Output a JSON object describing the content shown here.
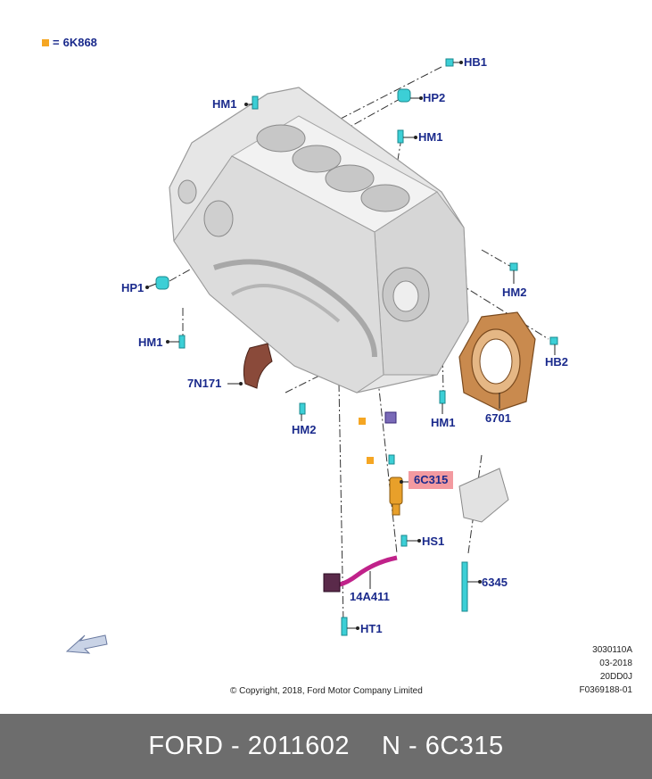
{
  "legend": {
    "symbol_text": "=",
    "code": "6K868",
    "color": "#f5a623"
  },
  "labels": {
    "hb1": "HB1",
    "hp2": "HP2",
    "hm1_top": "HM1",
    "hm1_right": "HM1",
    "hp1": "HP1",
    "hm2_right": "HM2",
    "hb2": "HB2",
    "hm1_left": "HM1",
    "n7n171": "7N171",
    "hm1_bottom": "HM1",
    "n6701": "6701",
    "hm2_bottom": "HM2",
    "n6c315": "6C315",
    "hs1": "HS1",
    "n6345": "6345",
    "n14a411": "14A411",
    "ht1": "HT1"
  },
  "meta": {
    "line1": "3030110A",
    "line2": "03-2018",
    "line3": "20DD0J",
    "line4": "F0369188-01"
  },
  "copyright": "© Copyright, 2018, Ford Motor Company Limited",
  "footer": {
    "left": "FORD - 2011602",
    "right": "N - 6C315"
  },
  "colors": {
    "label": "#1a2a8c",
    "highlight": "#f39aa0",
    "footer_bg": "#6d6d6d",
    "fastener": "#3ccfd6"
  }
}
